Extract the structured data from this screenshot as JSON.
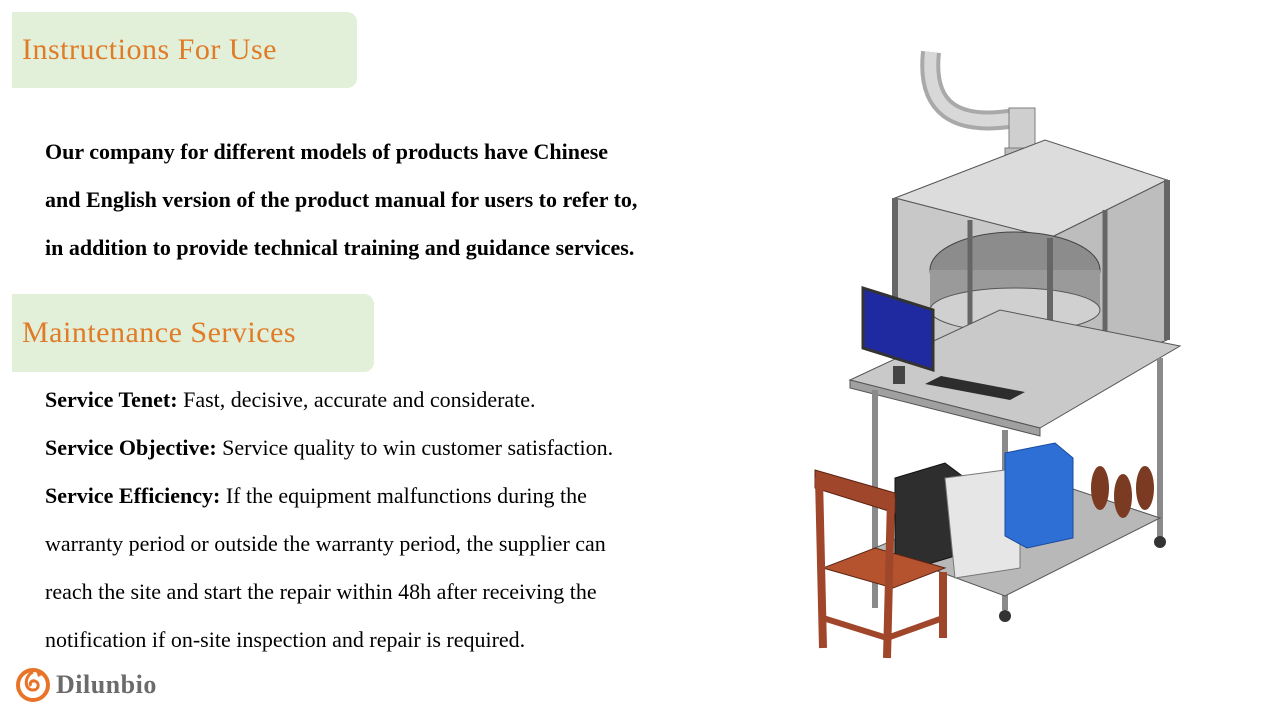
{
  "instructions": {
    "heading": "Instructions For Use",
    "lines": [
      "Our company for different models of products have Chinese",
      "and English version of the product manual for users to refer to,",
      "in addition to provide technical training and guidance services."
    ]
  },
  "maintenance": {
    "heading": "Maintenance Services",
    "tenet_label": "Service Tenet:",
    "tenet_text": " Fast, decisive, accurate and considerate.",
    "objective_label": "Service Objective:",
    "objective_text": " Service quality to win customer satisfaction.",
    "efficiency_label": "Service Efficiency:",
    "efficiency_line1": " If the equipment malfunctions during the",
    "efficiency_line2": "warranty period or outside the warranty period, the supplier can",
    "efficiency_line3": "reach the site and start the repair within 48h after receiving the",
    "efficiency_line4": "notification if on-site inspection and repair is required."
  },
  "logo": {
    "text": "Dilunbio"
  },
  "colors": {
    "heading_text": "#e07b28",
    "heading_bg": "#e2efd9",
    "logo_accent": "#e8742a"
  }
}
